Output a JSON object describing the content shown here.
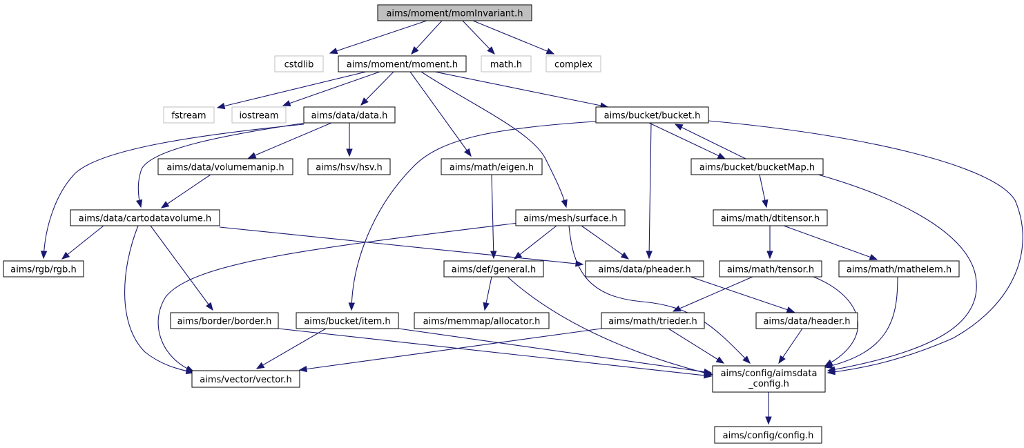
{
  "graph": {
    "colors": {
      "edge": "#191970",
      "root_fill": "#bfbfbf",
      "external_border": "#bfbfbf",
      "node_border": "#000000"
    },
    "nodes": [
      {
        "id": "momInvariant",
        "label": "aims/moment/momInvariant.h",
        "kind": "root"
      },
      {
        "id": "cstdlib",
        "label": "cstdlib",
        "kind": "external"
      },
      {
        "id": "moment",
        "label": "aims/moment/moment.h",
        "kind": "header"
      },
      {
        "id": "math",
        "label": "math.h",
        "kind": "external"
      },
      {
        "id": "complex",
        "label": "complex",
        "kind": "external"
      },
      {
        "id": "fstream",
        "label": "fstream",
        "kind": "external"
      },
      {
        "id": "iostream",
        "label": "iostream",
        "kind": "external"
      },
      {
        "id": "data",
        "label": "aims/data/data.h",
        "kind": "header"
      },
      {
        "id": "bucket",
        "label": "aims/bucket/bucket.h",
        "kind": "header"
      },
      {
        "id": "volumemanip",
        "label": "aims/data/volumemanip.h",
        "kind": "header"
      },
      {
        "id": "hsv",
        "label": "aims/hsv/hsv.h",
        "kind": "header"
      },
      {
        "id": "eigen",
        "label": "aims/math/eigen.h",
        "kind": "header"
      },
      {
        "id": "bucketMap",
        "label": "aims/bucket/bucketMap.h",
        "kind": "header"
      },
      {
        "id": "cartodatavolume",
        "label": "aims/data/cartodatavolume.h",
        "kind": "header"
      },
      {
        "id": "surface",
        "label": "aims/mesh/surface.h",
        "kind": "header"
      },
      {
        "id": "dtitensor",
        "label": "aims/math/dtitensor.h",
        "kind": "header"
      },
      {
        "id": "rgb",
        "label": "aims/rgb/rgb.h",
        "kind": "header"
      },
      {
        "id": "general",
        "label": "aims/def/general.h",
        "kind": "header"
      },
      {
        "id": "pheader",
        "label": "aims/data/pheader.h",
        "kind": "header"
      },
      {
        "id": "tensor",
        "label": "aims/math/tensor.h",
        "kind": "header"
      },
      {
        "id": "mathelem",
        "label": "aims/math/mathelem.h",
        "kind": "header"
      },
      {
        "id": "border",
        "label": "aims/border/border.h",
        "kind": "header"
      },
      {
        "id": "item",
        "label": "aims/bucket/item.h",
        "kind": "header"
      },
      {
        "id": "allocator",
        "label": "aims/memmap/allocator.h",
        "kind": "header"
      },
      {
        "id": "trieder",
        "label": "aims/math/trieder.h",
        "kind": "header"
      },
      {
        "id": "header",
        "label": "aims/data/header.h",
        "kind": "header"
      },
      {
        "id": "vector",
        "label": "aims/vector/vector.h",
        "kind": "header"
      },
      {
        "id": "aimsdata_config",
        "label": "aims/config/aimsdata",
        "label2": "_config.h",
        "kind": "header"
      },
      {
        "id": "config",
        "label": "aims/config/config.h",
        "kind": "header"
      }
    ],
    "edges": [
      [
        "momInvariant",
        "cstdlib"
      ],
      [
        "momInvariant",
        "moment"
      ],
      [
        "momInvariant",
        "math"
      ],
      [
        "momInvariant",
        "complex"
      ],
      [
        "moment",
        "fstream"
      ],
      [
        "moment",
        "iostream"
      ],
      [
        "moment",
        "data"
      ],
      [
        "moment",
        "bucket"
      ],
      [
        "moment",
        "eigen"
      ],
      [
        "moment",
        "surface"
      ],
      [
        "data",
        "volumemanip"
      ],
      [
        "data",
        "hsv"
      ],
      [
        "data",
        "cartodatavolume"
      ],
      [
        "data",
        "rgb"
      ],
      [
        "volumemanip",
        "cartodatavolume"
      ],
      [
        "bucket",
        "bucketMap"
      ],
      [
        "bucket",
        "pheader"
      ],
      [
        "bucket",
        "item"
      ],
      [
        "bucket",
        "aimsdata_config"
      ],
      [
        "bucketMap",
        "bucket"
      ],
      [
        "bucketMap",
        "dtitensor"
      ],
      [
        "bucketMap",
        "aimsdata_config"
      ],
      [
        "eigen",
        "general"
      ],
      [
        "cartodatavolume",
        "rgb"
      ],
      [
        "cartodatavolume",
        "pheader"
      ],
      [
        "cartodatavolume",
        "border"
      ],
      [
        "cartodatavolume",
        "vector"
      ],
      [
        "surface",
        "general"
      ],
      [
        "surface",
        "pheader"
      ],
      [
        "surface",
        "vector"
      ],
      [
        "surface",
        "aimsdata_config"
      ],
      [
        "dtitensor",
        "tensor"
      ],
      [
        "dtitensor",
        "mathelem"
      ],
      [
        "general",
        "allocator"
      ],
      [
        "general",
        "aimsdata_config"
      ],
      [
        "pheader",
        "header"
      ],
      [
        "tensor",
        "trieder"
      ],
      [
        "tensor",
        "aimsdata_config"
      ],
      [
        "mathelem",
        "aimsdata_config"
      ],
      [
        "border",
        "aimsdata_config"
      ],
      [
        "item",
        "vector"
      ],
      [
        "item",
        "aimsdata_config"
      ],
      [
        "trieder",
        "vector"
      ],
      [
        "trieder",
        "aimsdata_config"
      ],
      [
        "header",
        "aimsdata_config"
      ],
      [
        "aimsdata_config",
        "config"
      ]
    ]
  }
}
